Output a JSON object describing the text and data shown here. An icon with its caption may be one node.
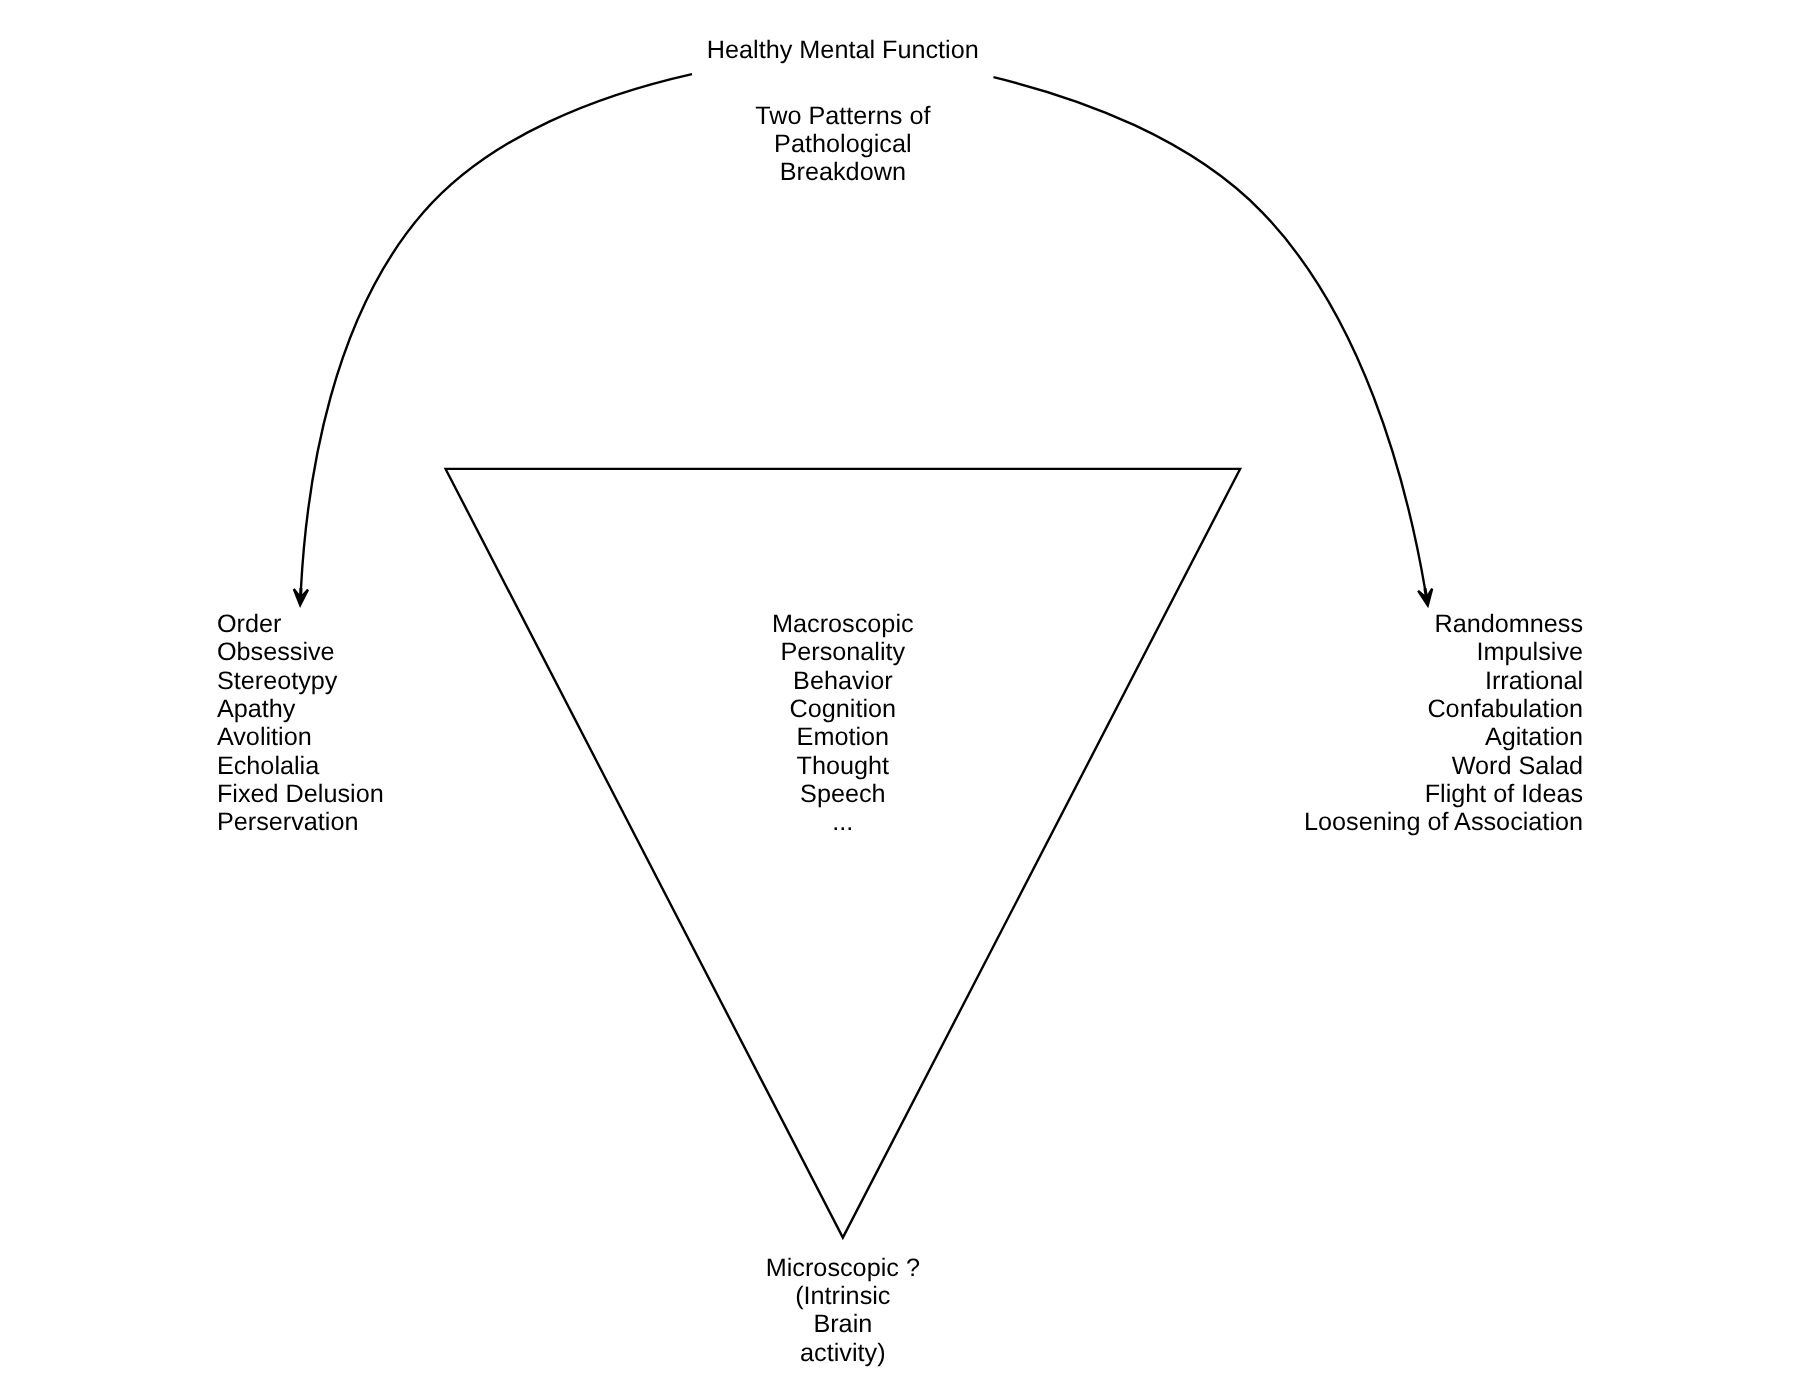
{
  "diagram": {
    "nodes": [
      {
        "text": [
          "Healthy Mental Function"
        ]
      },
      {
        "text": [
          "Order",
          "Obsessive",
          "Stereotypy",
          "Apathy",
          "Avolition",
          "Echolalia",
          "Fixed Delusion",
          "Perservation"
        ]
      },
      {
        "text": [
          "Macroscopic",
          "Personality",
          "Behavior",
          "Cognition",
          "Emotion",
          "Thought",
          "Speech",
          "..."
        ],
        "beside": [
          "Microscopic ? (Intrinsic Brain activity)"
        ]
      },
      {
        "text": [
          "Randomness",
          "Impulsive",
          "Irrational",
          "Confabulation",
          "Agitation",
          "Word Salad",
          "Flight of Ideas",
          "Loosening of Association"
        ]
      }
    ],
    "edges": [
      {
        "from": 0,
        "to": 1,
        "arrow": "to"
      },
      {
        "from": 0,
        "to": 3,
        "arrow": "to"
      }
    ],
    "labels": [
      "Two Patterns of Pathological Breakdown"
    ]
  }
}
